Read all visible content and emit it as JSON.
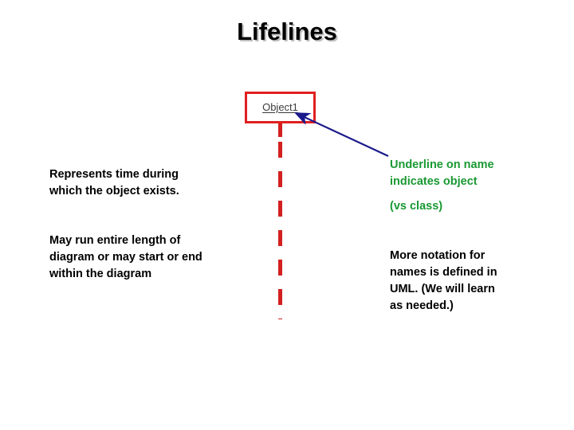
{
  "slide": {
    "title": "Lifelines",
    "background_color": "#ffffff"
  },
  "diagram": {
    "type": "uml-sequence-lifeline",
    "object_box": {
      "label": "Object1",
      "underlined": true,
      "border_color": "#e02020",
      "text_color": "#3b3b3b"
    },
    "lifeline": {
      "style": "dashed",
      "color": "#d32020",
      "orientation": "vertical"
    },
    "annotation_arrow": {
      "color": "#1a1a8c",
      "points_to": "object-box",
      "from_label": "note-underline-green"
    }
  },
  "notes": {
    "represents_time": "Represents time during\nwhich the object exists.",
    "may_run": "May run entire length of\ndiagram or may start or end\nwithin the diagram",
    "underline_indicates_object": "Underline on name\nindicates object",
    "vs_class": "(vs class)",
    "more_notation": "More notation for\nnames is defined in\nUML.  (We will learn\nas needed.)"
  },
  "colors": {
    "green_note": "#1a9933",
    "red_lifeline": "#d32020",
    "blue_arrow": "#1a1a8c",
    "title_shadow": "#bdbdbd"
  }
}
